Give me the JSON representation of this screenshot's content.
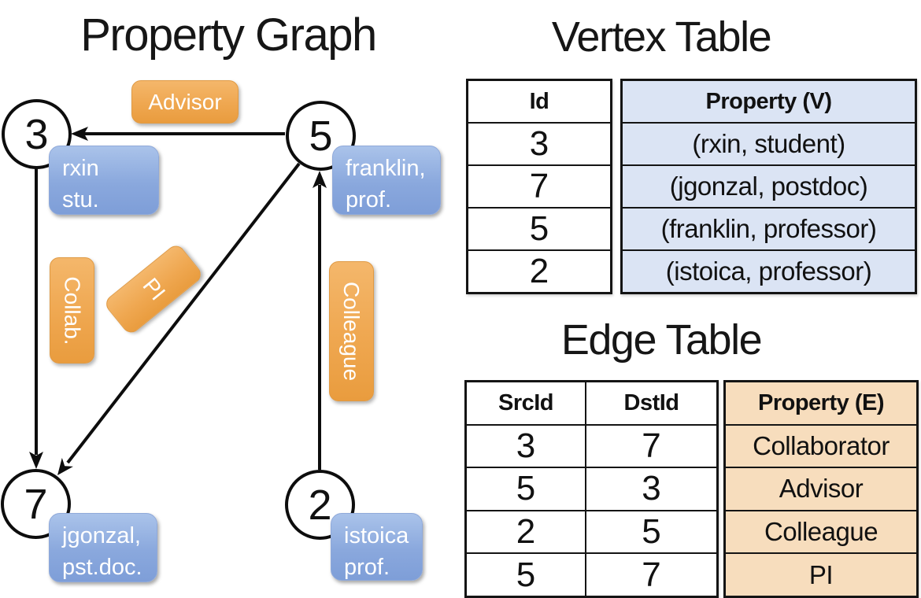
{
  "graph": {
    "title": "Property Graph",
    "nodes": [
      {
        "id": "3",
        "property_line1": "rxin",
        "property_line2": "stu."
      },
      {
        "id": "5",
        "property_line1": "franklin,",
        "property_line2": "prof."
      },
      {
        "id": "7",
        "property_line1": "jgonzal,",
        "property_line2": "pst.doc."
      },
      {
        "id": "2",
        "property_line1": "istoica",
        "property_line2": "prof."
      }
    ],
    "edges": [
      {
        "label": "Advisor",
        "from": "5",
        "to": "3"
      },
      {
        "label": "Collab.",
        "from": "3",
        "to": "7"
      },
      {
        "label": "PI",
        "from": "5",
        "to": "7"
      },
      {
        "label": "Colleague",
        "from": "2",
        "to": "5"
      }
    ],
    "edge_labels": {
      "advisor": "Advisor",
      "collab": "Collab.",
      "pi": "PI",
      "colleague": "Colleague"
    }
  },
  "vertex_table": {
    "title": "Vertex Table",
    "id_header": "Id",
    "property_header": "Property (V)",
    "ids": [
      "3",
      "7",
      "5",
      "2"
    ],
    "properties": [
      "(rxin, student)",
      "(jgonzal, postdoc)",
      "(franklin, professor)",
      "(istoica, professor)"
    ]
  },
  "edge_table": {
    "title": "Edge Table",
    "src_header": "SrcId",
    "dst_header": "DstId",
    "property_header": "Property (E)",
    "rows": [
      {
        "src": "3",
        "dst": "7",
        "property": "Collaborator"
      },
      {
        "src": "5",
        "dst": "3",
        "property": "Advisor"
      },
      {
        "src": "2",
        "dst": "5",
        "property": "Colleague"
      },
      {
        "src": "5",
        "dst": "7",
        "property": "PI"
      }
    ]
  },
  "colors": {
    "edge_label_orange_top": "#f4b76b",
    "edge_label_orange_bottom": "#e99c3e",
    "vertex_box_blue_top": "#aac3ea",
    "vertex_box_blue_bottom": "#7e9ed8",
    "vertex_table_column_fill": "#dbe4f4",
    "edge_table_column_fill": "#f7ddbd",
    "line_color": "#0d0d0d",
    "label_text": "#ffffff"
  }
}
